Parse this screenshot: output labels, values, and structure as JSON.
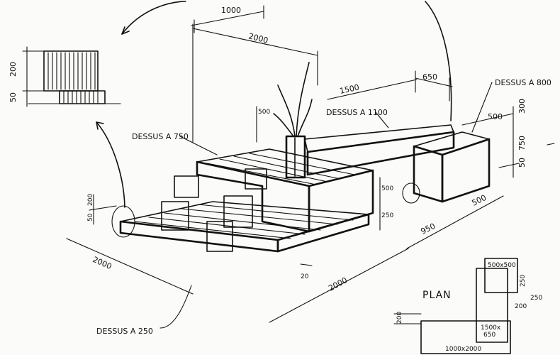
{
  "drawing": {
    "elevation_dims": {
      "height_top": "200",
      "height_base": "50"
    },
    "dims": {
      "top_1000": "1000",
      "top_2000": "2000",
      "d_1500": "1500",
      "d_650": "650",
      "d_500_plant": "500",
      "d_500_right": "500",
      "d_300": "300",
      "d_750": "750",
      "d_50_right": "50",
      "d_500_mid": "500",
      "d_250_mid": "250",
      "d_200_left": "200",
      "d_50_left": "50",
      "d_950": "950",
      "d_500_lower": "500",
      "d_2000_front": "2000",
      "d_2000_left": "2000",
      "d_20": "20"
    },
    "annotations": {
      "dessus_800": "DESSUS A 800",
      "dessus_1100": "DESSUS A 1100",
      "dessus_750": "DESSUS A 750",
      "dessus_250": "DESSUS A 250"
    },
    "plan": {
      "title": "PLAN",
      "box_500": "500x500",
      "d_250": "250",
      "d_250b": "250",
      "d_200": "200",
      "d_200_left": "200",
      "box_1500": "1500x",
      "box_650": "650",
      "box_1000": "1000x2000"
    }
  }
}
